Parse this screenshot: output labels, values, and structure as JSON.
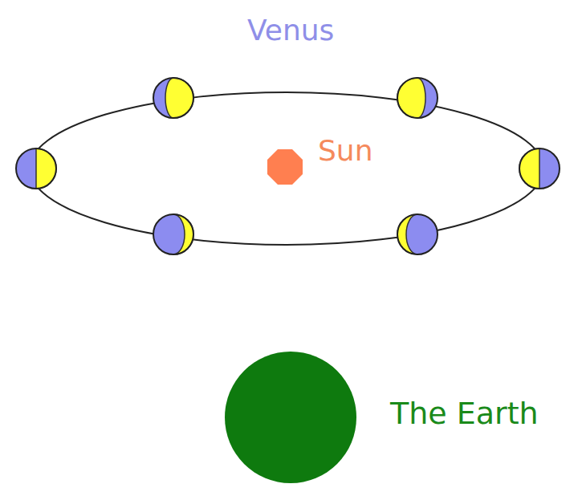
{
  "diagram": {
    "labels": [
      "Venus",
      "Sun",
      "The Earth"
    ]
  }
}
